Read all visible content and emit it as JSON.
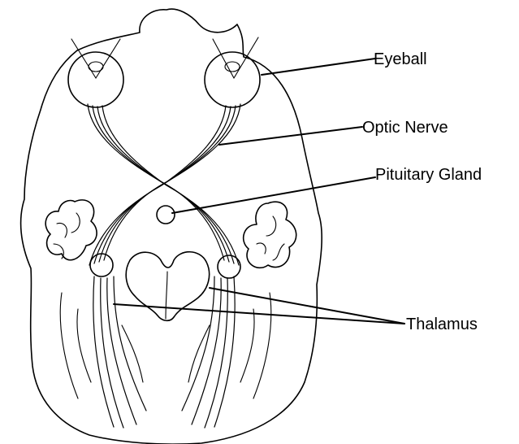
{
  "labels": {
    "eyeball": "Eyeball",
    "optic_nerve": "Optic Nerve",
    "pituitary_gland": "Pituitary Gland",
    "thalamus": "Thalamus"
  }
}
